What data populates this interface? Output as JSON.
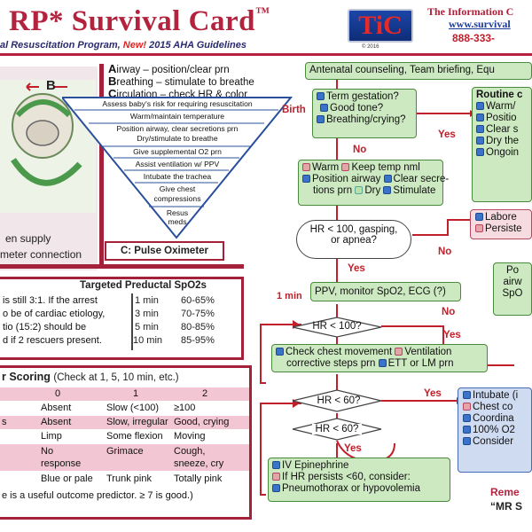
{
  "header": {
    "title": "RP* Survival Card",
    "tm": "™",
    "subtitle_prefix": "al Resuscitation Program,",
    "subtitle_new": "New!",
    "subtitle_suffix": "2015 AHA Guidelines",
    "logo": "TiC",
    "logo_copyright": "© 2016",
    "company": "The Information C",
    "website": "www.survival",
    "phone": "888-333-"
  },
  "illustration": {
    "letter_b": "B",
    "line1": "en supply",
    "line2": "meter connection"
  },
  "abc": {
    "a_letter": "A",
    "a_text": "irway – position/clear prn",
    "b_letter": "B",
    "b_text": "reathing – stimulate to breathe",
    "c_letter": "C",
    "c_text": "irculation – check HR & color"
  },
  "triangle": [
    "Assess baby's risk for requiring resuscitation",
    "Warm/maintain temperature",
    "Position airway, clear secretions prn",
    "Dry/stimulate to breathe",
    "Give supplemental O2 prn",
    "Assist ventilation w/ PPV",
    "Intubate the trachea",
    "Give chest",
    "compressions",
    "Resus",
    "meds"
  ],
  "pulse_box": "C: Pulse Oximeter",
  "compression": {
    "heading": "Targeted Preductal SpO2s",
    "lines": [
      "is still 3:1. If the arrest",
      "o be of cardiac etiology,",
      "tio (15:2) should be",
      "d if 2 rescuers present."
    ],
    "spo2": [
      {
        "time": "1 min",
        "range": "60-65%"
      },
      {
        "time": "3 min",
        "range": "70-75%"
      },
      {
        "time": "5 min",
        "range": "80-85%"
      },
      {
        "time": "10 min",
        "range": "85-95%"
      }
    ]
  },
  "apgar": {
    "title": "r Scoring",
    "title_note": "(Check at 1, 5, 10 min, etc.)",
    "headers": [
      "0",
      "1",
      "2"
    ],
    "rows": [
      {
        "label": "",
        "c0": "Absent",
        "c1": "Slow (<100)",
        "c2": "≥100"
      },
      {
        "label": "s",
        "c0": "Absent",
        "c1": "Slow, irregular",
        "c2": "Good, crying"
      },
      {
        "label": "",
        "c0": "Limp",
        "c1": "Some flexion",
        "c2": "Moving"
      },
      {
        "label": "",
        "c0": "No",
        "c1": "Grimace",
        "c2": "Cough,"
      },
      {
        "label": "",
        "c0": "response",
        "c1": "",
        "c2": "sneeze, cry"
      },
      {
        "label": "",
        "c0": "Blue or pale",
        "c1": "Trunk pink",
        "c2": "Totally pink"
      }
    ],
    "footer": "e is a useful outcome predictor.  ≥ 7 is good.)"
  },
  "flow": {
    "antenatal": "Antenatal counseling, Team briefing, Equ",
    "birth": "Birth",
    "q1": [
      "Term gestation?",
      "Good tone?",
      "Breathing/crying?"
    ],
    "yes1": "Yes",
    "no1": "No",
    "routine_title": "Routine c",
    "routine_items": [
      "Warm/",
      "Positio",
      "Clear s",
      "Dry the",
      "Ongoin"
    ],
    "warm": [
      "Warm",
      "Keep temp nml",
      "Position airway",
      "Clear secre-",
      "tions prn",
      "Dry",
      "Stimulate"
    ],
    "min1": "1 min",
    "q2": [
      "HR < 100, gasping,",
      "or apnea?"
    ],
    "no2": "No",
    "yes2": "Yes",
    "labored": [
      "Labore",
      "Persiste"
    ],
    "ppv": "PPV, monitor SpO2, ECG (?)",
    "post": [
      "Po",
      "airw",
      "SpO"
    ],
    "q3": "HR < 100?",
    "no3": "No",
    "yes3": "Yes",
    "check": [
      "Check chest movement",
      "Ventilation",
      "corrective steps prn",
      "ETT or LM prn"
    ],
    "q4": "HR < 60?",
    "yes4": "Yes",
    "intubate": [
      "Intubate (i",
      "Chest co",
      "Coordina",
      "100% O2",
      "Consider"
    ],
    "q5": "HR < 60?",
    "yes5": "Yes",
    "epi": [
      "IV Epinephrine",
      "If HR persists <60, consider:",
      "Pneumothorax or hypovolemia"
    ],
    "remember": "Reme",
    "mrs": "“MR S"
  }
}
